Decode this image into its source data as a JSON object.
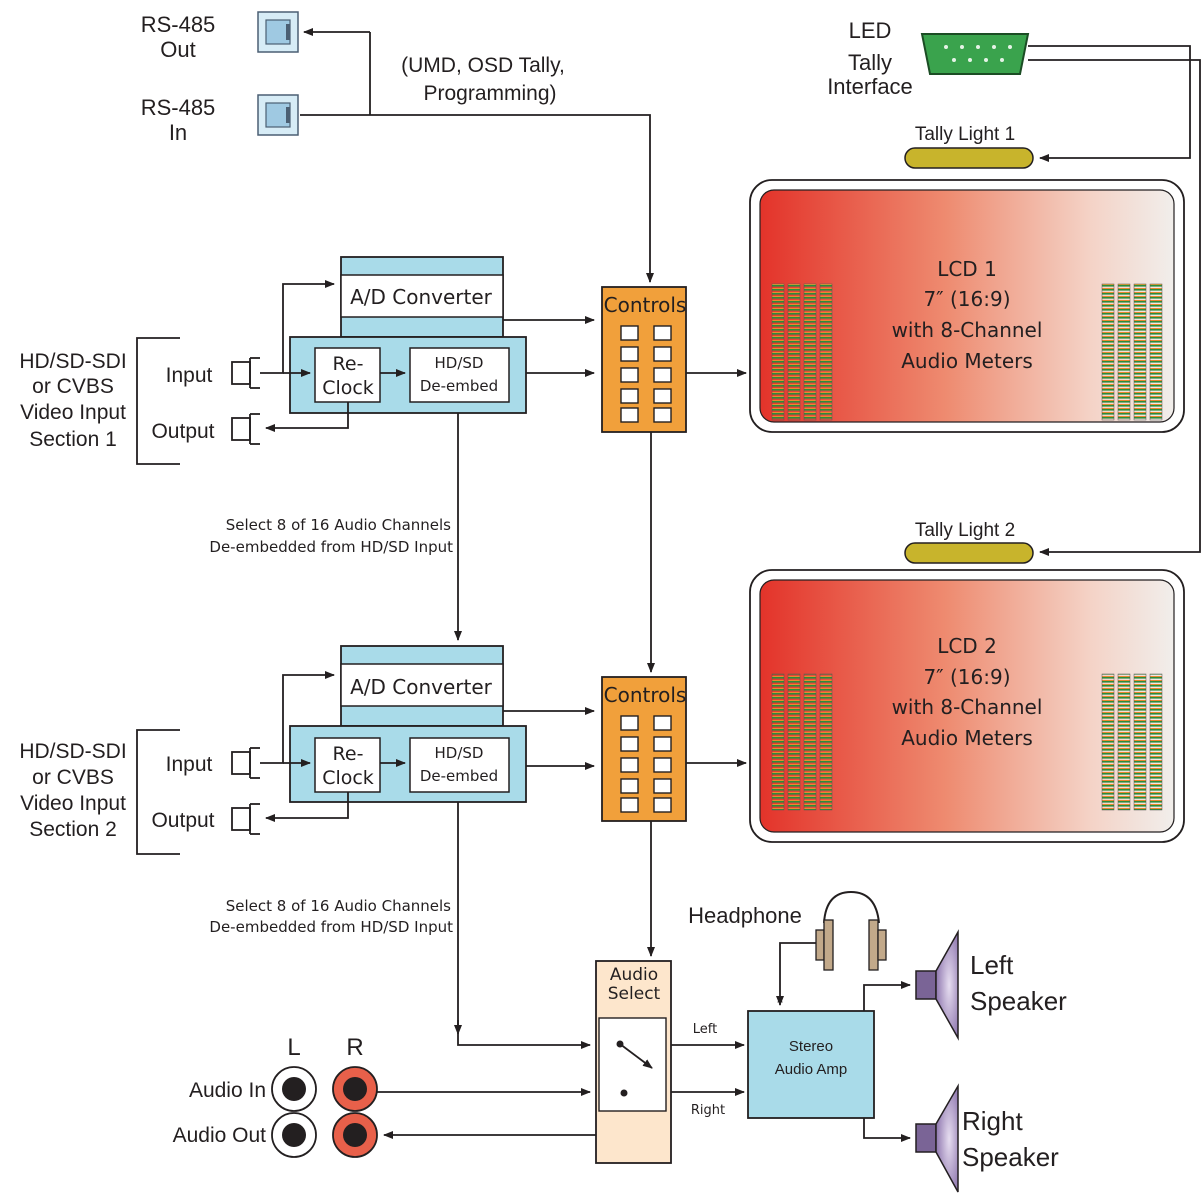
{
  "rs485": {
    "out": [
      "RS-485",
      "Out"
    ],
    "in": [
      "RS-485",
      "In"
    ],
    "note": [
      "(UMD, OSD Tally,",
      "Programming)"
    ]
  },
  "led_tally": [
    "LED",
    "Tally",
    "Interface"
  ],
  "tally1": "Tally Light 1",
  "tally2": "Tally Light 2",
  "section1": {
    "title": [
      "HD/SD-SDI",
      "or CVBS",
      "Video Input",
      "Section 1"
    ],
    "input": "Input",
    "output": "Output",
    "adc": "A/D Converter",
    "reclock": [
      "Re-",
      "Clock"
    ],
    "deembed": [
      "HD/SD",
      "De-embed"
    ],
    "controls": "Controls",
    "select_note": [
      "Select 8 of 16  Audio Channels",
      "De-embedded from HD/SD Input"
    ]
  },
  "section2": {
    "title": [
      "HD/SD-SDI",
      "or CVBS",
      "Video Input",
      "Section 2"
    ],
    "input": "Input",
    "output": "Output",
    "adc": "A/D Converter",
    "reclock": [
      "Re-",
      "Clock"
    ],
    "deembed": [
      "HD/SD",
      "De-embed"
    ],
    "controls": "Controls",
    "select_note": [
      "Select 8 of 16  Audio Channels",
      "De-embedded from HD/SD Input"
    ]
  },
  "lcd1": [
    "LCD  1",
    "7″ (16:9)",
    "with 8-Channel",
    "Audio Meters"
  ],
  "lcd2": [
    "LCD  2",
    "7″ (16:9)",
    "with 8-Channel",
    "Audio Meters"
  ],
  "audio_select": [
    "Audio",
    "Select"
  ],
  "headphone": "Headphone",
  "amp": [
    "Stereo",
    "Audio Amp"
  ],
  "left_label": "Left",
  "right_label": "Right",
  "left_speaker": [
    "Left",
    "Speaker"
  ],
  "right_speaker": [
    "Right",
    "Speaker"
  ],
  "connector_L": "L",
  "connector_R": "R",
  "audio_in": "Audio In",
  "audio_out": "Audio Out",
  "colors": {
    "blue_block": "#a9dbe9",
    "controls": "#f1a03b",
    "lcd_red": "#e5433a",
    "tally": "#c8b42c",
    "rca_red": "#e8604a",
    "speaker": "#9b86b5",
    "audio_select_bg": "#fde6cc"
  }
}
